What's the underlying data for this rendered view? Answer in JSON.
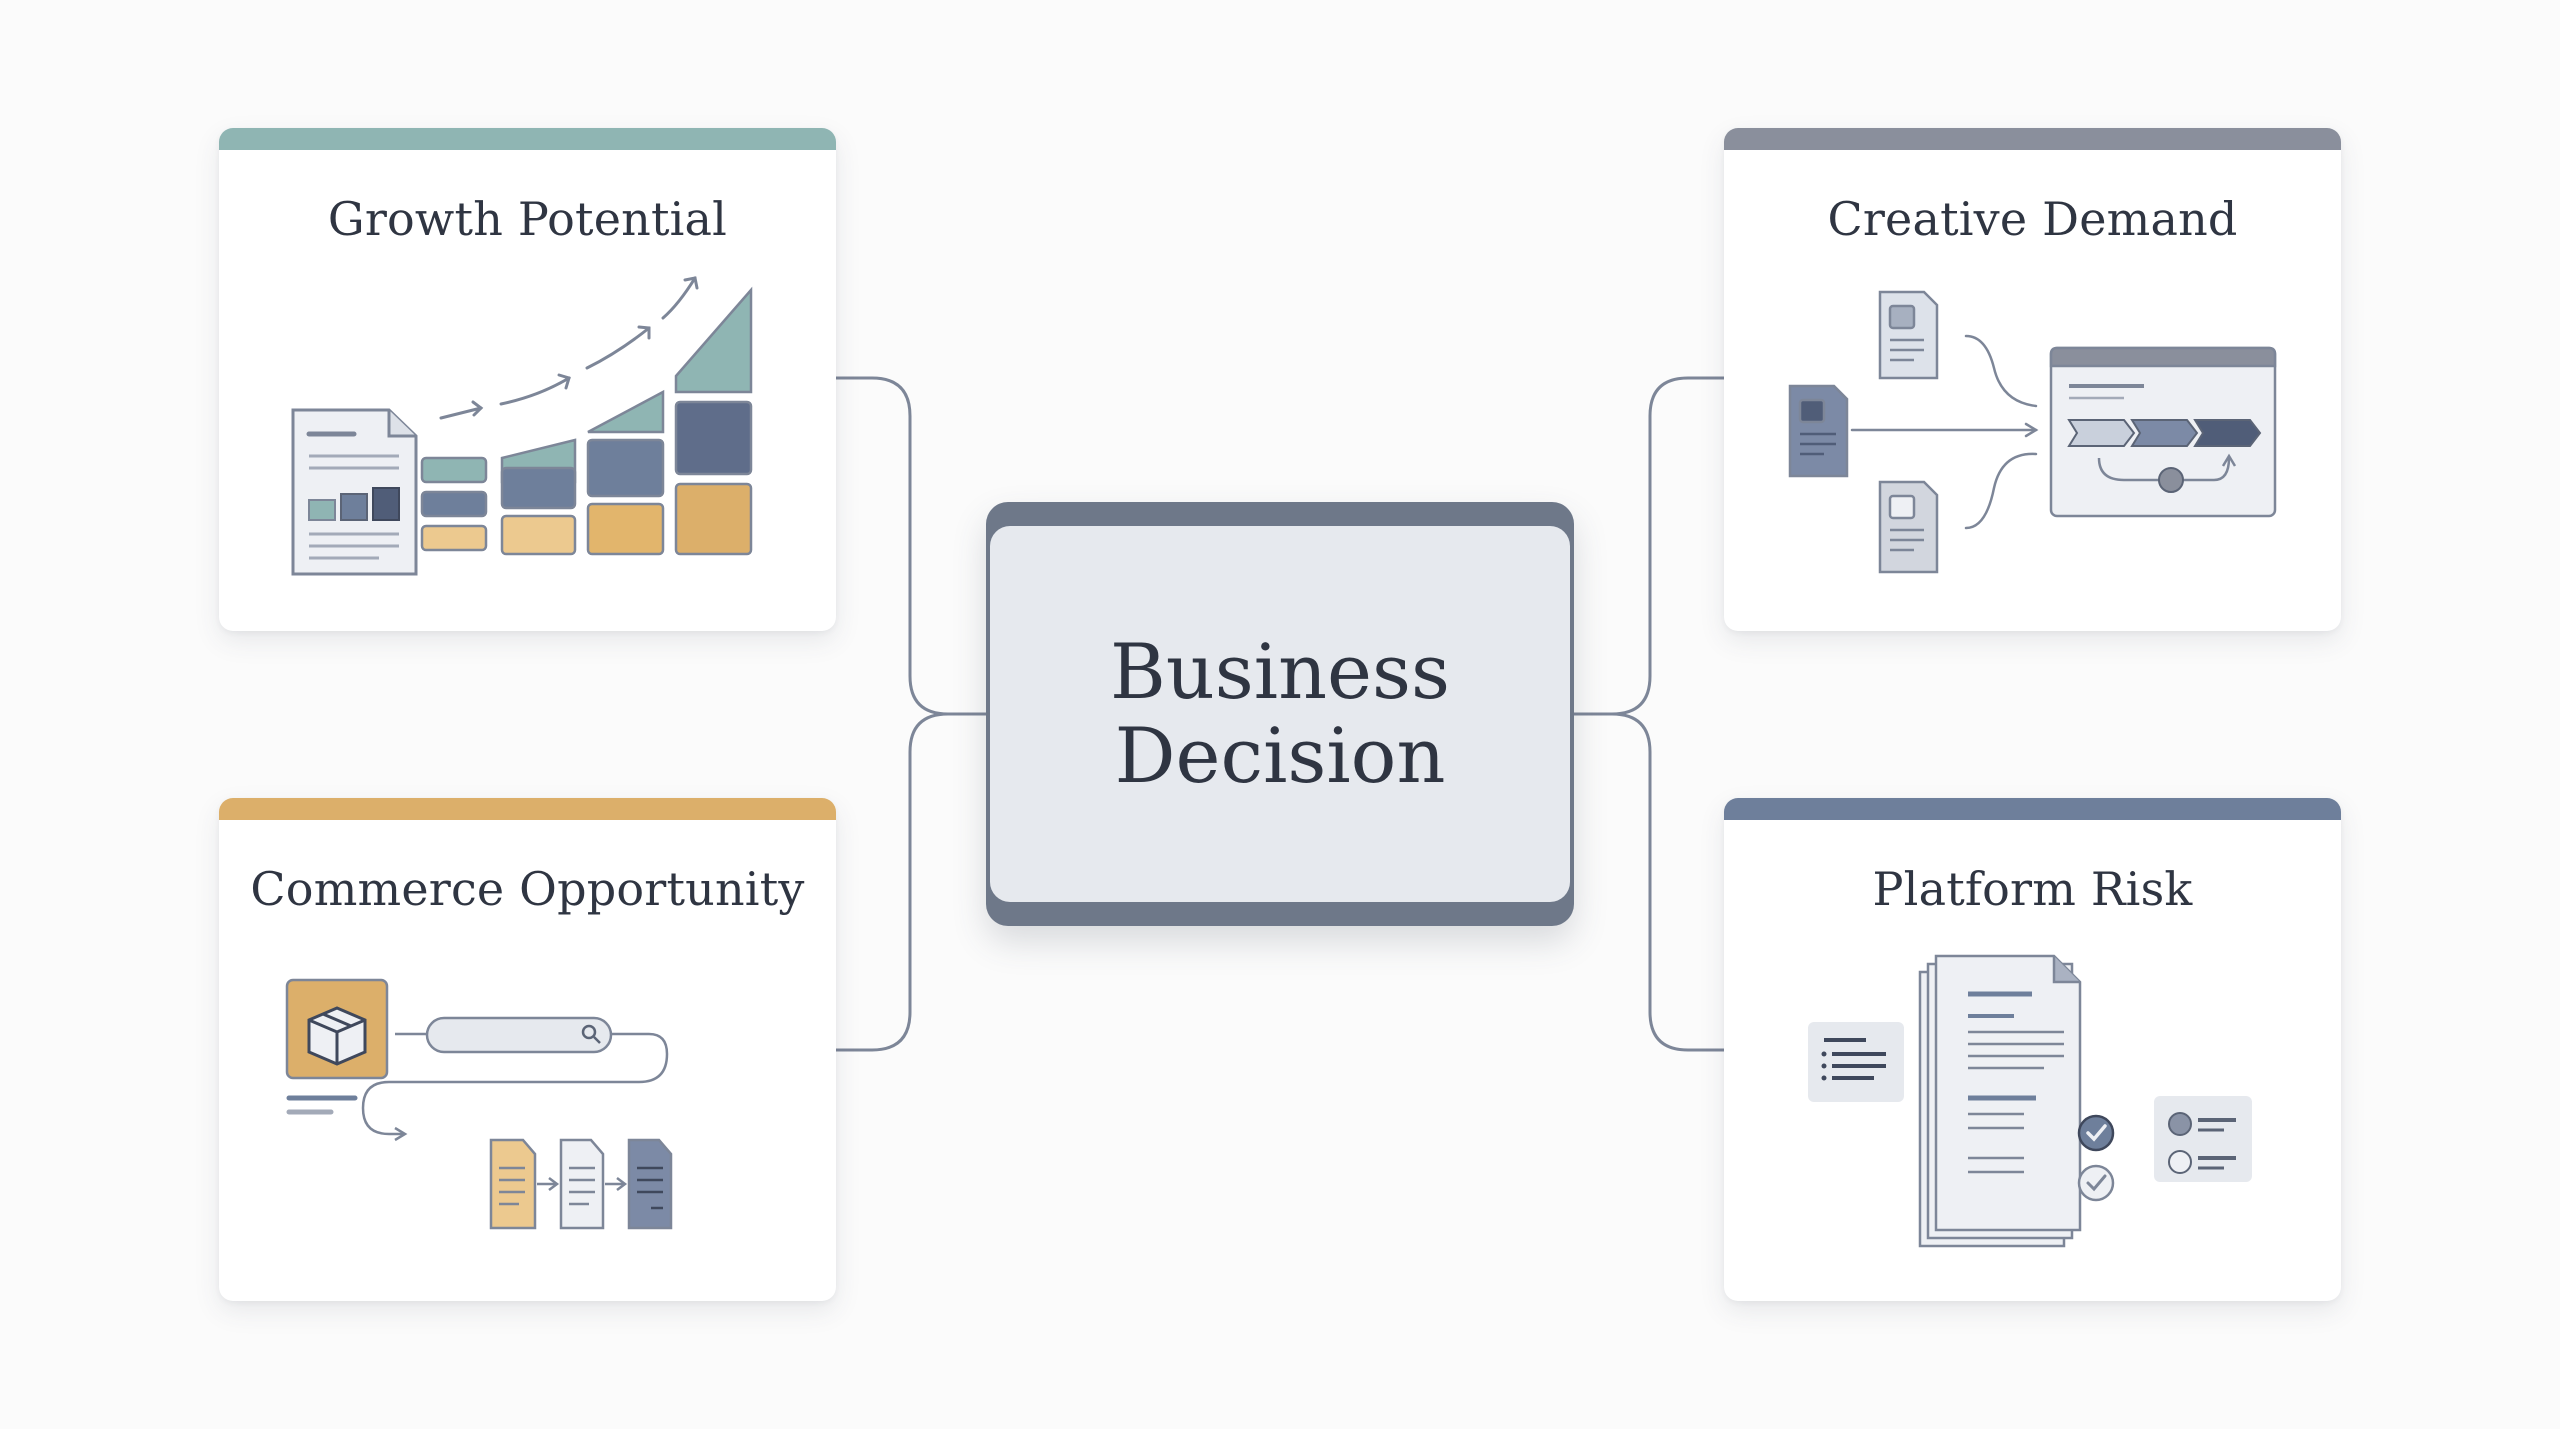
{
  "center": {
    "label": "Business Decision"
  },
  "cards": {
    "growth": {
      "title": "Growth Potential",
      "accent": "#8fb5b3"
    },
    "creative": {
      "title": "Creative Demand",
      "accent": "#8a8f9c"
    },
    "commerce": {
      "title": "Commerce Opportunity",
      "accent": "#dcaf6a"
    },
    "risk": {
      "title": "Platform Risk",
      "accent": "#6e7f9b"
    }
  },
  "palette": {
    "teal": "#8fb5b3",
    "navy": "#6e7f9b",
    "gold": "#dcaf6a",
    "paper": "#eef0f4",
    "line": "#7d8698"
  },
  "icons": {
    "growth": [
      "document-icon",
      "bar-chart-icon",
      "trend-arrow-icon"
    ],
    "creative": [
      "document-icon",
      "browser-window-icon",
      "workflow-chevrons-icon"
    ],
    "commerce": [
      "package-icon",
      "search-bar-icon",
      "document-icon"
    ],
    "risk": [
      "document-stack-icon",
      "checkmark-icon",
      "list-icon",
      "checkbox-list-icon"
    ]
  }
}
